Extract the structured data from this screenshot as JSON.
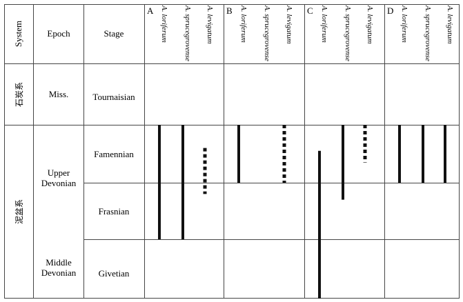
{
  "headers": {
    "system": "System",
    "epoch": "Epoch",
    "stage": "Stage"
  },
  "systems": [
    {
      "label": "石炭系"
    },
    {
      "label": "泥盆系"
    }
  ],
  "epochs": [
    {
      "label": "Miss."
    },
    {
      "line1": "Upper",
      "line2": "Devonian"
    },
    {
      "line1": "Middle",
      "line2": "Devonian"
    }
  ],
  "stages": [
    "Tournaisian",
    "Famennian",
    "Frasnian",
    "Givetian"
  ],
  "panels": [
    {
      "letter": "A",
      "species": [
        "A. loriferum",
        "A. sprucegrovense",
        "A. levigatum"
      ]
    },
    {
      "letter": "B",
      "species": [
        "A. loriferum",
        "A. sprucegrovense",
        "A. levigatum"
      ]
    },
    {
      "letter": "C",
      "species": [
        "A. loriferum",
        "A. sprucegrovense",
        "A. levigatum"
      ]
    },
    {
      "letter": "D",
      "species": [
        "A. loriferum",
        "A. sprucegrovense",
        "A. levigatum"
      ]
    }
  ],
  "chart_data": {
    "type": "range",
    "time_scale_note": "positions in stage units from top: 0=top of Tournaisian, 1=Tournaisian/Famennian, 2=Famennian/Frasnian, 3=Frasnian/Givetian, 4=base of Givetian",
    "ranges": [
      {
        "panel": "A",
        "species": "A. loriferum",
        "style": "solid",
        "top": 1.0,
        "bottom": 3.0
      },
      {
        "panel": "A",
        "species": "A. sprucegrovense",
        "style": "solid",
        "top": 1.0,
        "bottom": 3.0
      },
      {
        "panel": "A",
        "species": "A. levigatum",
        "style": "dashed",
        "top": 1.4,
        "bottom": 2.2
      },
      {
        "panel": "B",
        "species": "A. loriferum",
        "style": "solid",
        "top": 1.0,
        "bottom": 2.0
      },
      {
        "panel": "B",
        "species": "A. levigatum",
        "style": "dashed",
        "top": 1.0,
        "bottom": 2.0
      },
      {
        "panel": "C",
        "species": "A. loriferum",
        "style": "solid",
        "top": 1.45,
        "bottom": 4.0
      },
      {
        "panel": "C",
        "species": "A. sprucegrovense",
        "style": "solid",
        "top": 1.0,
        "bottom": 2.3
      },
      {
        "panel": "C",
        "species": "A. levigatum",
        "style": "dashed",
        "top": 1.0,
        "bottom": 1.65
      },
      {
        "panel": "D",
        "species": "A. loriferum",
        "style": "solid",
        "top": 1.0,
        "bottom": 2.0
      },
      {
        "panel": "D",
        "species": "A. sprucegrovense",
        "style": "solid",
        "top": 1.0,
        "bottom": 2.0
      },
      {
        "panel": "D",
        "species": "A. levigatum",
        "style": "solid",
        "top": 1.0,
        "bottom": 2.0
      }
    ]
  }
}
